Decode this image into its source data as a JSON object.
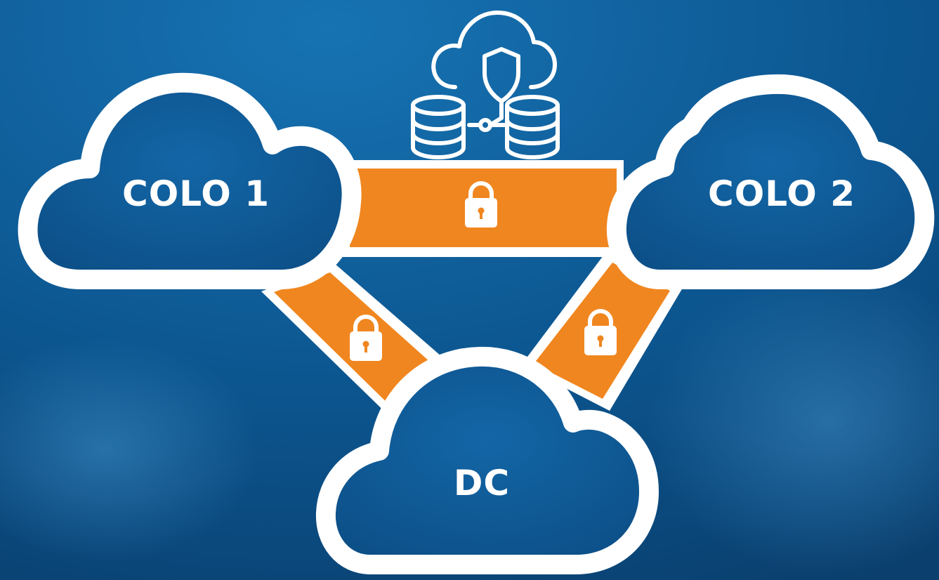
{
  "colors": {
    "background": "#0a4a7e",
    "link": "#f0861f",
    "cloud_fill": "#0f4f85",
    "outline": "#ffffff"
  },
  "nodes": {
    "colo1": {
      "label": "COLO 1"
    },
    "colo2": {
      "label": "COLO 2"
    },
    "dc": {
      "label": "DC"
    }
  },
  "links": [
    {
      "from": "COLO 1",
      "to": "COLO 2",
      "icon": "lock-icon"
    },
    {
      "from": "COLO 1",
      "to": "DC",
      "icon": "lock-icon"
    },
    {
      "from": "COLO 2",
      "to": "DC",
      "icon": "lock-icon"
    }
  ],
  "top_icon": "cloud-security-database-icon"
}
